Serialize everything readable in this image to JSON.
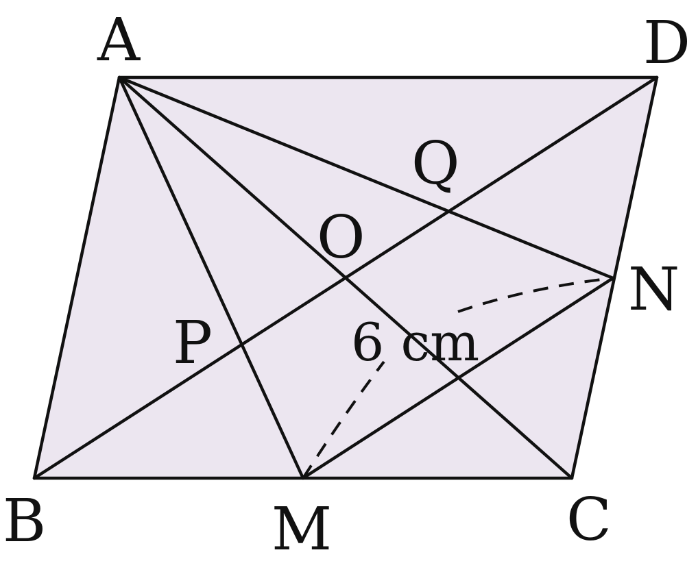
{
  "figure": {
    "fill_color": "#ece6f0",
    "stroke_color": "#111111",
    "points": {
      "A": "A",
      "B": "B",
      "C": "C",
      "D": "D",
      "M": "M",
      "N": "N",
      "O": "O",
      "P": "P",
      "Q": "Q"
    },
    "measure": "6 cm"
  }
}
